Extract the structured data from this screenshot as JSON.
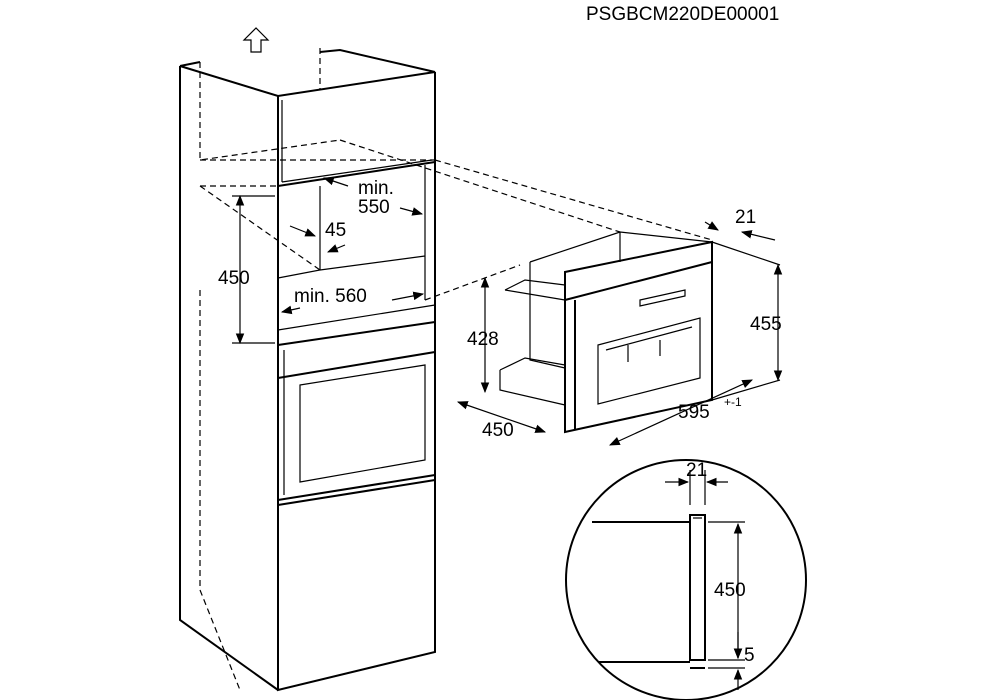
{
  "drawing_code": "PSGBCM220DE00001",
  "cabinet": {
    "niche_depth_label": "min.",
    "niche_depth_value": "550",
    "rear_gap": "45",
    "niche_height": "450",
    "niche_width": "min. 560"
  },
  "appliance": {
    "frame_depth": "21",
    "height": "455",
    "body_height": "428",
    "depth": "450",
    "width": "595",
    "width_tolerance": "+-1"
  },
  "detail": {
    "frame_depth": "21",
    "height": "450",
    "gap": "5"
  }
}
